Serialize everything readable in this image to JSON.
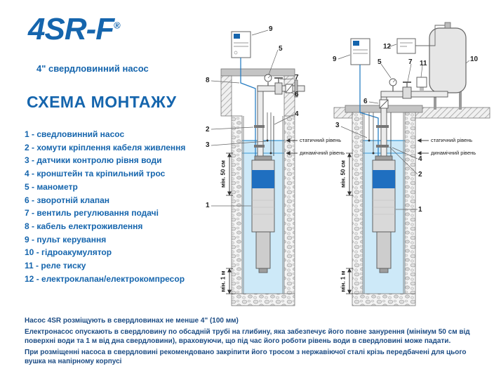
{
  "colors": {
    "brand_blue": "#1565ad",
    "footer_blue": "#1c4c84",
    "water": "#cde9f8",
    "pump_band": "#1f6fc0",
    "cable_blue": "#2b7fc4"
  },
  "brand": {
    "name": "4SR-F",
    "registered": "®",
    "subtitle": "4\" свердловинний насос"
  },
  "title": "СХЕМА МОНТАЖУ",
  "legend": {
    "separator": " - ",
    "items": [
      {
        "num": "1",
        "label": "сведловинний насос"
      },
      {
        "num": "2",
        "label": "хомути кріплення кабеля живлення"
      },
      {
        "num": "3",
        "label": "датчики контролю рівня води"
      },
      {
        "num": "4",
        "label": "кронштейн та кріпильний трос"
      },
      {
        "num": "5",
        "label": "манометр"
      },
      {
        "num": "6",
        "label": "зворотній клапан"
      },
      {
        "num": "7",
        "label": "вентиль регулювання подачі"
      },
      {
        "num": "8",
        "label": "кабель електроживлення"
      },
      {
        "num": "9",
        "label": "пульт керування"
      },
      {
        "num": "10",
        "label": "гідроакумулятор"
      },
      {
        "num": "11",
        "label": "реле тиску"
      },
      {
        "num": "12",
        "label": "електроклапан/електрокомпресор"
      }
    ]
  },
  "diagrams": {
    "left": {
      "callouts": {
        "n1": "1",
        "n2": "2",
        "n3": "3",
        "n4": "4",
        "n5": "5",
        "n6": "6",
        "n7": "7",
        "n8": "8",
        "n9": "9"
      },
      "static_level": "статичний рівень",
      "dynamic_level": "динамічний рівень",
      "dim_min50": "мін. 50 см",
      "dim_min1m": "мін. 1 м"
    },
    "right": {
      "callouts": {
        "n1": "1",
        "n2": "2",
        "n3": "3",
        "n4": "4",
        "n5": "5",
        "n6": "6",
        "n7": "7",
        "n9": "9",
        "n10": "10",
        "n11": "11",
        "n12": "12"
      },
      "static_level": "статичний рівень",
      "dynamic_level": "динамічний рівень",
      "dim_min50": "мін. 50 см",
      "dim_min1m": "мін. 1 м"
    }
  },
  "footer": {
    "p1": "Насос 4SR розміщують в свердловинах не менше 4\" (100 мм)",
    "p2": "Електронасос опускають в свердловину по обсадній трубі на глибину, яка забезпечує його повне занурення (мінімум 50 см від поверхні води та 1 м від дна свердловини), враховуючи, що під час його роботи рівень води в свердловині може падати.",
    "p3": "При розміщенні насоса в свердловині рекомендовано закріпити його тросом з нержавіючої сталі крізь передбачені для цього вушка на напірному корпусі"
  }
}
